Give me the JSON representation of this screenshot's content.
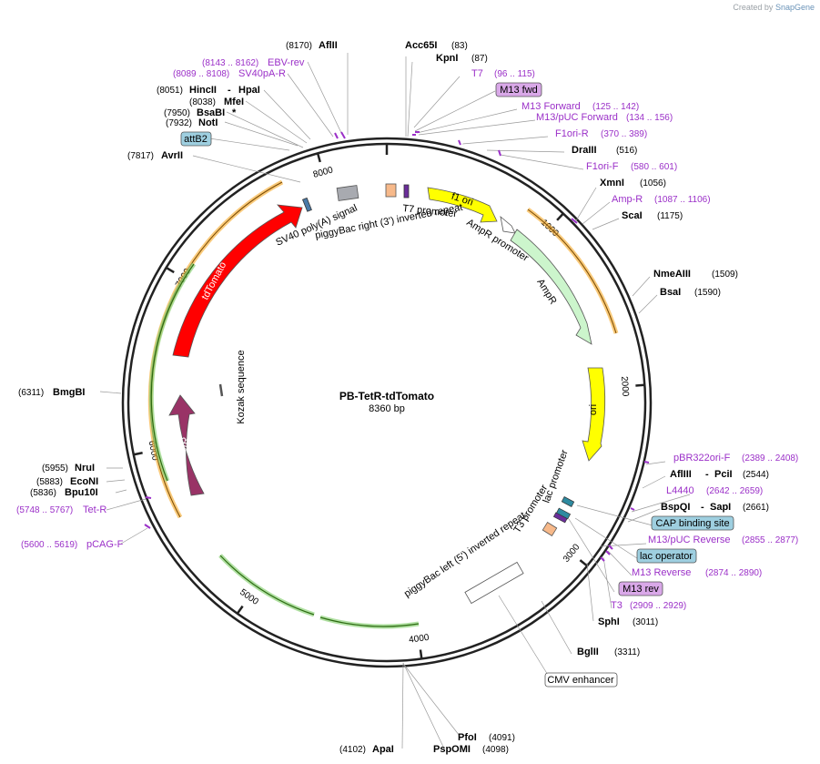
{
  "credit": {
    "prefix": "Created by",
    "brand": "SnapGene"
  },
  "plasmid": {
    "name": "PB-TetR-tdTomato",
    "size": "8360 bp"
  },
  "ticks": [
    "1000",
    "2000",
    "3000",
    "4000",
    "5000",
    "6000",
    "7000",
    "8000"
  ],
  "sites": [
    {
      "name": "AflII",
      "pos": "(8170)"
    },
    {
      "name": "Acc65I",
      "pos": "(83)"
    },
    {
      "name": "KpnI",
      "pos": "(87)"
    },
    {
      "name": "HincII",
      "name2": "HpaI",
      "pos": "(8051)"
    },
    {
      "name": "MfeI",
      "pos": "(8038)"
    },
    {
      "name": "BsaBI",
      "star": "*",
      "pos": "(7950)"
    },
    {
      "name": "NotI",
      "pos": "(7932)"
    },
    {
      "name": "AvrII",
      "pos": "(7817)"
    },
    {
      "name": "DraIII",
      "pos": "(516)"
    },
    {
      "name": "XmnI",
      "pos": "(1056)"
    },
    {
      "name": "ScaI",
      "pos": "(1175)"
    },
    {
      "name": "NmeAIII",
      "pos": "(1509)"
    },
    {
      "name": "BsaI",
      "pos": "(1590)"
    },
    {
      "name": "BmgBI",
      "pos": "(6311)"
    },
    {
      "name": "AflIII",
      "name2": "PciI",
      "pos": "(2544)"
    },
    {
      "name": "BspQI",
      "name2": "SapI",
      "pos": "(2661)"
    },
    {
      "name": "NruI",
      "pos": "(5955)"
    },
    {
      "name": "EcoNI",
      "pos": "(5883)"
    },
    {
      "name": "Bpu10I",
      "pos": "(5836)"
    },
    {
      "name": "SphI",
      "pos": "(3011)"
    },
    {
      "name": "BglII",
      "pos": "(3311)"
    },
    {
      "name": "PfoI",
      "pos": "(4091)"
    },
    {
      "name": "PspOMI",
      "pos": "(4098)"
    },
    {
      "name": "ApaI",
      "pos": "(4102)"
    }
  ],
  "primers": [
    {
      "name": "EBV-rev",
      "pos": "(8143 .. 8162)"
    },
    {
      "name": "SV40pA-R",
      "pos": "(8089 .. 8108)"
    },
    {
      "name": "T7",
      "pos": "(96 .. 115)"
    },
    {
      "name": "M13 Forward",
      "pos": "(125 .. 142)"
    },
    {
      "name": "M13/pUC Forward",
      "pos": "(134 .. 156)"
    },
    {
      "name": "F1ori-R",
      "pos": "(370 .. 389)"
    },
    {
      "name": "F1ori-F",
      "pos": "(580 .. 601)"
    },
    {
      "name": "Amp-R",
      "pos": "(1087 .. 1106)"
    },
    {
      "name": "pBR322ori-F",
      "pos": "(2389 .. 2408)"
    },
    {
      "name": "L4440",
      "pos": "(2642 .. 2659)"
    },
    {
      "name": "M13/pUC Reverse",
      "pos": "(2855 .. 2877)"
    },
    {
      "name": "M13 Reverse",
      "pos": "(2874 .. 2890)"
    },
    {
      "name": "T3",
      "pos": "(2909 .. 2929)"
    },
    {
      "name": "Tet-R",
      "pos": "(5748 .. 5767)"
    },
    {
      "name": "pCAG-F",
      "pos": "(5600 .. 5619)"
    }
  ],
  "boxed": {
    "m13fwd": "M13 fwd",
    "m13rev": "M13 rev",
    "attB2": "attB2",
    "cap": "CAP binding site",
    "lacop": "lac operator",
    "cmv": "CMV enhancer"
  },
  "features": {
    "sv40": "SV40 poly(A) signal",
    "pbRight": "piggyBac right (3') inverted repeat",
    "t7prom": "T7 promoter",
    "f1ori": "f1 ori",
    "ampRprom": "AmpR promoter",
    "ampR": "AmpR",
    "ori": "ori",
    "lacprom": "lac promoter",
    "t3prom": "T3 promoter",
    "pbLeft": "piggyBac left (5') inverted repeat",
    "tdTomato": "tdTomato",
    "tetR": "TetR",
    "kozak": "Kozak sequence"
  },
  "colors": {
    "primer": "#9b30c8",
    "f1ori": "#ffff00",
    "ampR": "#ccf5cc",
    "ori": "#ffff00",
    "tdTomato": "#ff0000",
    "tetR": "#993366",
    "orf": "#f5a623",
    "orfInner": "#3a7d1a",
    "boxedFill": "#9ecfe0",
    "m13Fill": "#d9a8e8"
  }
}
